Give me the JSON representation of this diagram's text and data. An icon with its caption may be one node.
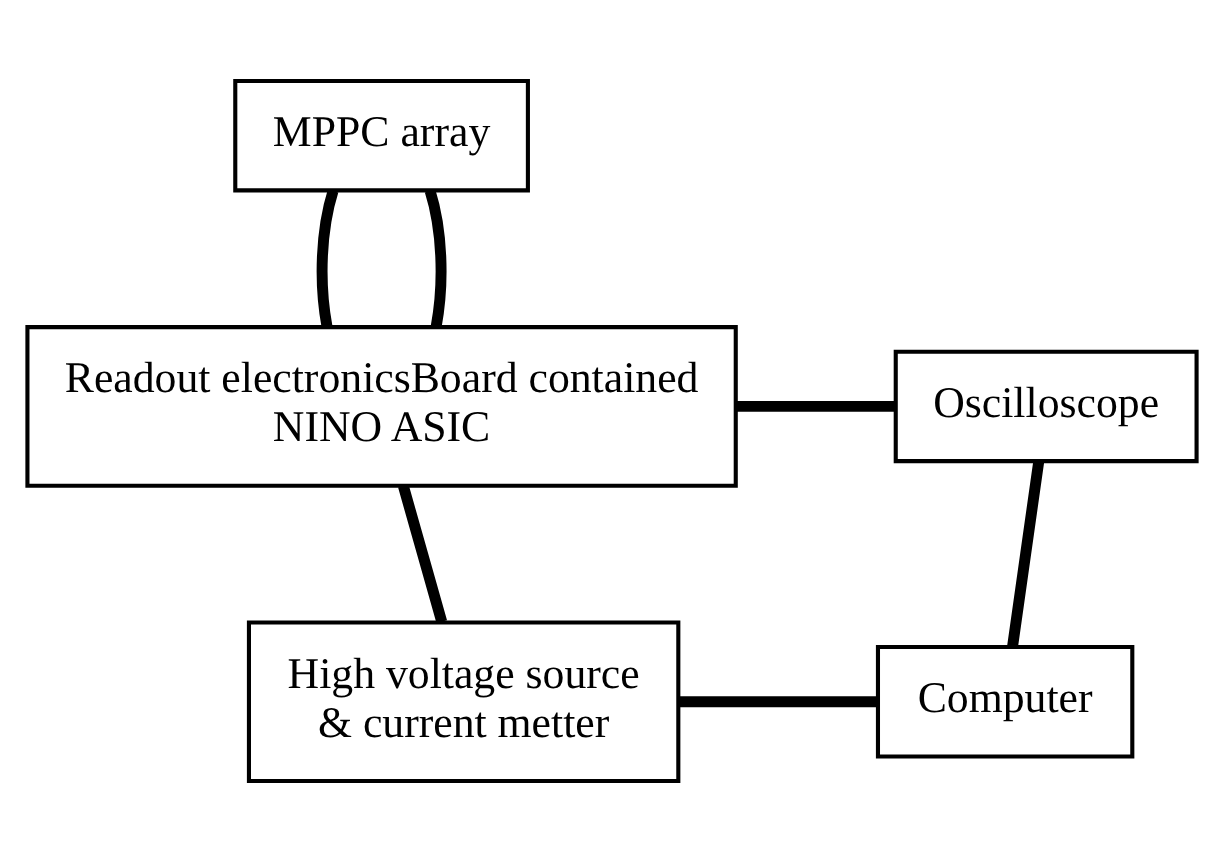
{
  "diagram": {
    "nodes": [
      {
        "text": [
          "MPPC array"
        ]
      },
      {
        "text": [
          "Readout electronicsBoard contained NINO ASIC"
        ]
      },
      {
        "text": [
          "Oscilloscope"
        ]
      },
      {
        "text": [
          "High voltage source & current metter"
        ]
      },
      {
        "text": [
          "Computer"
        ]
      }
    ],
    "edges": [
      {
        "from": 0,
        "to": 1,
        "arrow": "none"
      },
      {
        "from": 0,
        "to": 1,
        "arrow": "none"
      },
      {
        "from": 1,
        "to": 2,
        "arrow": "none"
      },
      {
        "from": 1,
        "to": 3,
        "arrow": "none"
      },
      {
        "from": 3,
        "to": 4,
        "arrow": "none"
      },
      {
        "from": 2,
        "to": 4,
        "arrow": "none"
      }
    ]
  }
}
